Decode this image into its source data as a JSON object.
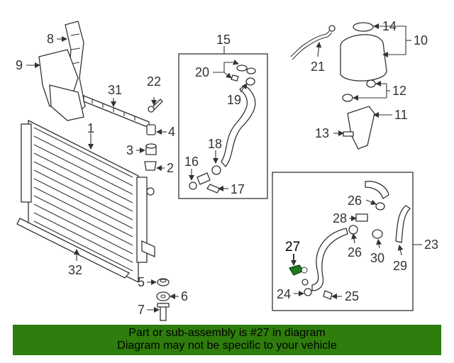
{
  "diagram": {
    "callouts": {
      "c1": "1",
      "c2": "2",
      "c3": "3",
      "c4": "4",
      "c5": "5",
      "c6": "6",
      "c7": "7",
      "c8": "8",
      "c9": "9",
      "c10": "10",
      "c11": "11",
      "c12": "12",
      "c13": "13",
      "c14": "14",
      "c15": "15",
      "c16": "16",
      "c17": "17",
      "c18": "18",
      "c19": "19",
      "c20": "20",
      "c21": "21",
      "c22": "22",
      "c23": "23",
      "c24": "24",
      "c25": "25",
      "c26a": "26",
      "c26b": "26",
      "c27": "27",
      "c28": "28",
      "c29": "29",
      "c30": "30",
      "c31": "31",
      "c32": "32"
    },
    "highlight_color": "#1f7a1f"
  },
  "footer": {
    "line1": "Part or sub-assembly is #27 in diagram",
    "line2": "Diagram may not be specific to your vehicle",
    "background": "#2f7d0c"
  }
}
